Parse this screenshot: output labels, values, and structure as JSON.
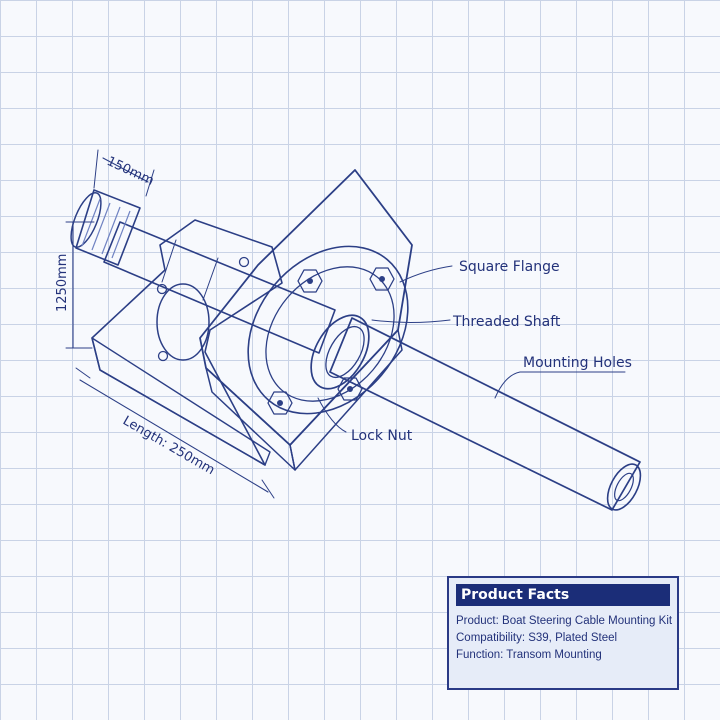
{
  "callouts": {
    "square_flange": "Square Flange",
    "threaded_shaft": "Threaded Shaft",
    "mounting_holes": "Mounting Holes",
    "lock_nut": "Lock Nut"
  },
  "dimensions": {
    "top_width": "150mm",
    "height": "1250mm",
    "length": "Length: 250mm"
  },
  "product_facts": {
    "title": "Product Facts",
    "product": "Product: Boat Steering Cable Mounting Kit",
    "compatibility": "Compatibility: S39, Plated Steel",
    "function": "Function: Transom Mounting"
  },
  "colors": {
    "ink": "#2c3f86",
    "panel_header": "#1b2d78",
    "panel_bg": "#e6ecf8"
  }
}
